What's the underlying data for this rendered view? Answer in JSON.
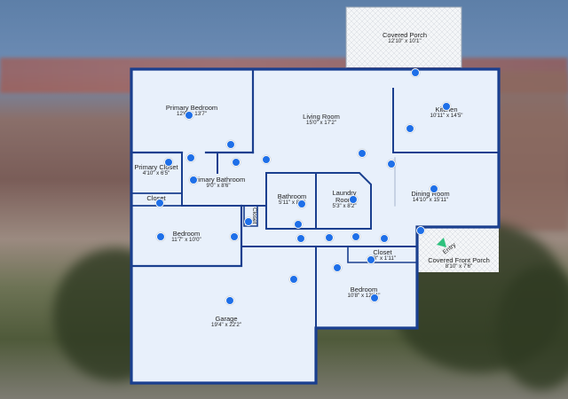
{
  "rooms": {
    "covered_porch": {
      "name": "Covered Porch",
      "dim": "12'10\" x 10'1\""
    },
    "kitchen": {
      "name": "Kitchen",
      "dim": "10'11\" x 14'5\""
    },
    "living_room": {
      "name": "Living Room",
      "dim": "15'0\" x 17'2\""
    },
    "primary_bedroom": {
      "name": "Primary Bedroom",
      "dim": "12'6\" x 13'7\""
    },
    "primary_closet": {
      "name": "Primary Closet",
      "dim": "4'10\" x 6'5\""
    },
    "primary_bathroom": {
      "name": "Primary Bathroom",
      "dim": "9'0\" x 8'6\""
    },
    "closet_left": {
      "name": "Closet",
      "dim": ""
    },
    "bathroom": {
      "name": "Bathroom",
      "dim": "5'11\" x 8'2\""
    },
    "laundry": {
      "name": "Laundry Room",
      "dim": "5'3\" x 8'2\""
    },
    "dining_room": {
      "name": "Dining Room",
      "dim": "14'10\" x 15'11\""
    },
    "bedroom_left": {
      "name": "Bedroom",
      "dim": "11'7\" x 10'0\""
    },
    "closet_vertical": {
      "name": "Closet",
      "dim": ""
    },
    "closet_mid": {
      "name": "Closet",
      "dim": "4'3\" x 1'11\""
    },
    "covered_front_porch": {
      "name": "Covered Front Porch",
      "dim": "8'10\" x 7'6\""
    },
    "bedroom_right": {
      "name": "Bedroom",
      "dim": "10'8\" x 12'11\""
    },
    "garage": {
      "name": "Garage",
      "dim": "19'4\" x 22'2\""
    }
  },
  "entry_label": "Entry",
  "colors": {
    "wall": "#1a3f8f",
    "floor": "#e8f0fb",
    "hotspot": "#1e6fe8",
    "entry_arrow": "#2ec27e"
  }
}
